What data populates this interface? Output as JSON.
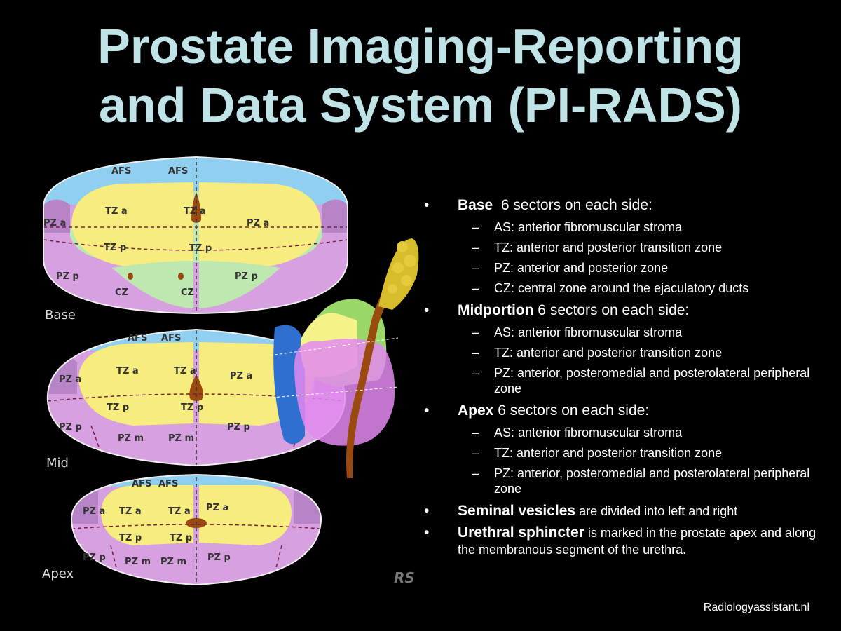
{
  "title": {
    "line1": "Prostate Imaging-Reporting",
    "line2": "and Data System (PI-RADS)"
  },
  "diagram": {
    "sections": {
      "base": "Base",
      "mid": "Mid",
      "apex": "Apex"
    },
    "labels": {
      "afs": "AFS",
      "tza": "TZ a",
      "tzp": "TZ p",
      "pza": "PZ a",
      "pzp": "PZ p",
      "pzm": "PZ m",
      "cz": "CZ"
    },
    "logo": "RS",
    "colors": {
      "afs": "#8fcff0",
      "tz": "#f7ec7e",
      "pz": "#d7a0e0",
      "cz": "#bde8b0",
      "duct": "#9a4a0e"
    }
  },
  "bullets": [
    {
      "bold": "Base",
      "text": "  6 sectors on each side:",
      "subs": [
        "AS: anterior fibromuscular stroma",
        "TZ: anterior and posterior transition zone",
        "PZ: anterior and posterior zone",
        "CZ: central zone around the ejaculatory ducts"
      ]
    },
    {
      "bold": "Midportion",
      "text": " 6 sectors on each side:",
      "subs": [
        "AS: anterior fibromuscular stroma",
        "TZ: anterior and posterior transition zone",
        "PZ: anterior, posteromedial and posterolateral peripheral zone"
      ]
    },
    {
      "bold": "Apex",
      "text": " 6 sectors on each side:",
      "subs": [
        "AS: anterior fibromuscular stroma",
        "TZ: anterior and posterior transition zone",
        "PZ: anterior, posteromedial and posterolateral peripheral zone"
      ]
    },
    {
      "bold": "Seminal vesicles",
      "text": " are divided into left and right",
      "subs": []
    },
    {
      "bold": "Urethral sphincter",
      "text": " is marked in the prostate apex and along the membranous segment of the urethra.",
      "subs": []
    }
  ],
  "bullet_glyph": "•",
  "sub_glyph": "–",
  "credit": "Radiologyassistant.nl"
}
